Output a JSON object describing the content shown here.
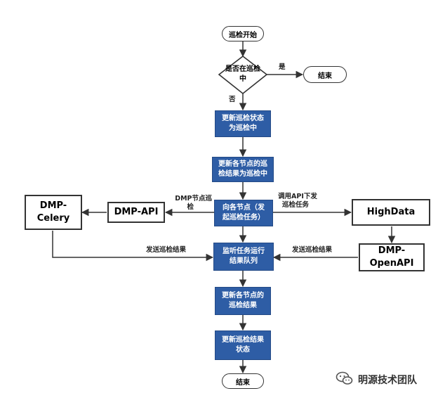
{
  "nodes": {
    "start": "巡检开始",
    "decision_line1": "是否在巡检",
    "decision_line2": "中",
    "end_top": "结束",
    "update_status_line1": "更新巡检状态",
    "update_status_line2": "为巡检中",
    "update_nodes_line1": "更新各节点的巡",
    "update_nodes_line2": "检结果为巡检中",
    "send_task_line1": "向各节点（发",
    "send_task_line2": "起巡检任务）",
    "listen_queue_line1": "监听任务运行",
    "listen_queue_line2": "结果队列",
    "update_node_results_line1": "更新各节点的",
    "update_node_results_line2": "巡检结果",
    "update_result_status_line1": "更新巡检结果",
    "update_result_status_line2": "状态",
    "end_bottom": "结束",
    "dmp_celery_line1": "DMP-",
    "dmp_celery_line2": "Celery",
    "dmp_api": "DMP-API",
    "highdata": "HighData",
    "dmp_openapi_line1": "DMP-",
    "dmp_openapi_line2": "OpenAPI"
  },
  "edge_labels": {
    "yes": "是",
    "no": "否",
    "dmp_node_line1": "DMP节点巡",
    "dmp_node_line2": "检",
    "call_api_line1": "调用API下发",
    "call_api_line2": "巡检任务",
    "send_result_left": "发送巡检结果",
    "send_result_right": "发送巡检结果"
  },
  "watermark": {
    "text": "明源技术团队",
    "icon": "wechat-icon"
  },
  "colors": {
    "process_fill": "#2e5da5",
    "process_text": "#ffffff",
    "line": "#333333"
  }
}
